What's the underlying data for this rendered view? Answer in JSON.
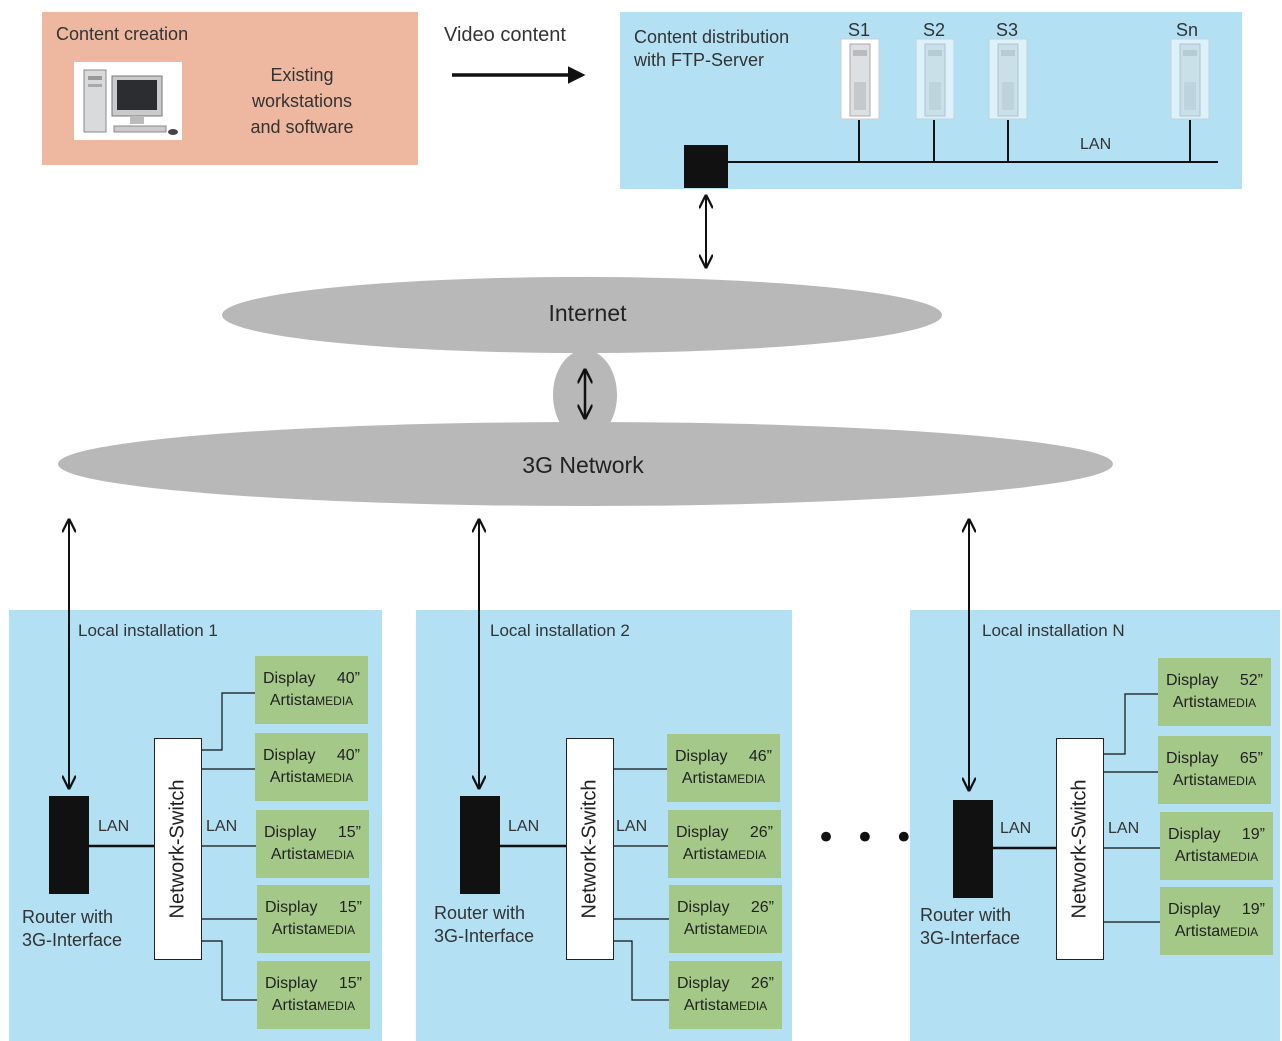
{
  "content_creation": {
    "title": "Content creation",
    "desc_lines": [
      "Existing",
      "workstations",
      "and software"
    ],
    "icon": "workstation-icon"
  },
  "video_content_label": "Video content",
  "distribution": {
    "title_lines": [
      "Content distribution",
      "with FTP-Server"
    ],
    "servers": [
      "S1",
      "S2",
      "S3",
      "Sn"
    ],
    "lan_label": "LAN",
    "server_icon": "server-icon"
  },
  "internet_label": "Internet",
  "network_label": "3G Network",
  "ellipsis": "• • •",
  "installations": [
    {
      "title": "Local installation 1",
      "router_label_lines": [
        "Router with",
        "3G-Interface"
      ],
      "switch_label": "Network-Switch",
      "lan_left": "LAN",
      "lan_right": "LAN",
      "displays": [
        {
          "name": "Display",
          "size": "40”",
          "brand": "Artista",
          "brand_suffix": "MEDIA"
        },
        {
          "name": "Display",
          "size": "40”",
          "brand": "Artista",
          "brand_suffix": "MEDIA"
        },
        {
          "name": "Display",
          "size": "15”",
          "brand": "Artista",
          "brand_suffix": "MEDIA"
        },
        {
          "name": "Display",
          "size": "15”",
          "brand": "Artista",
          "brand_suffix": "MEDIA"
        },
        {
          "name": "Display",
          "size": "15”",
          "brand": "Artista",
          "brand_suffix": "MEDIA"
        }
      ]
    },
    {
      "title": "Local installation 2",
      "router_label_lines": [
        "Router with",
        "3G-Interface"
      ],
      "switch_label": "Network-Switch",
      "lan_left": "LAN",
      "lan_right": "LAN",
      "displays": [
        {
          "name": "Display",
          "size": "46”",
          "brand": "Artista",
          "brand_suffix": "MEDIA"
        },
        {
          "name": "Display",
          "size": "26”",
          "brand": "Artista",
          "brand_suffix": "MEDIA"
        },
        {
          "name": "Display",
          "size": "26”",
          "brand": "Artista",
          "brand_suffix": "MEDIA"
        },
        {
          "name": "Display",
          "size": "26”",
          "brand": "Artista",
          "brand_suffix": "MEDIA"
        }
      ]
    },
    {
      "title": "Local installation N",
      "router_label_lines": [
        "Router with",
        "3G-Interface"
      ],
      "switch_label": "Network-Switch",
      "lan_left": "LAN",
      "lan_right": "LAN",
      "displays": [
        {
          "name": "Display",
          "size": "52”",
          "brand": "Artista",
          "brand_suffix": "MEDIA"
        },
        {
          "name": "Display",
          "size": "65”",
          "brand": "Artista",
          "brand_suffix": "MEDIA"
        },
        {
          "name": "Display",
          "size": "19”",
          "brand": "Artista",
          "brand_suffix": "MEDIA"
        },
        {
          "name": "Display",
          "size": "19”",
          "brand": "Artista",
          "brand_suffix": "MEDIA"
        }
      ]
    }
  ],
  "colors": {
    "content_box": "#eeb7a0",
    "panel_blue": "#b3e0f3",
    "display_green": "#a4c887",
    "cloud_gray": "#b8b8b8",
    "device_black": "#111111"
  }
}
